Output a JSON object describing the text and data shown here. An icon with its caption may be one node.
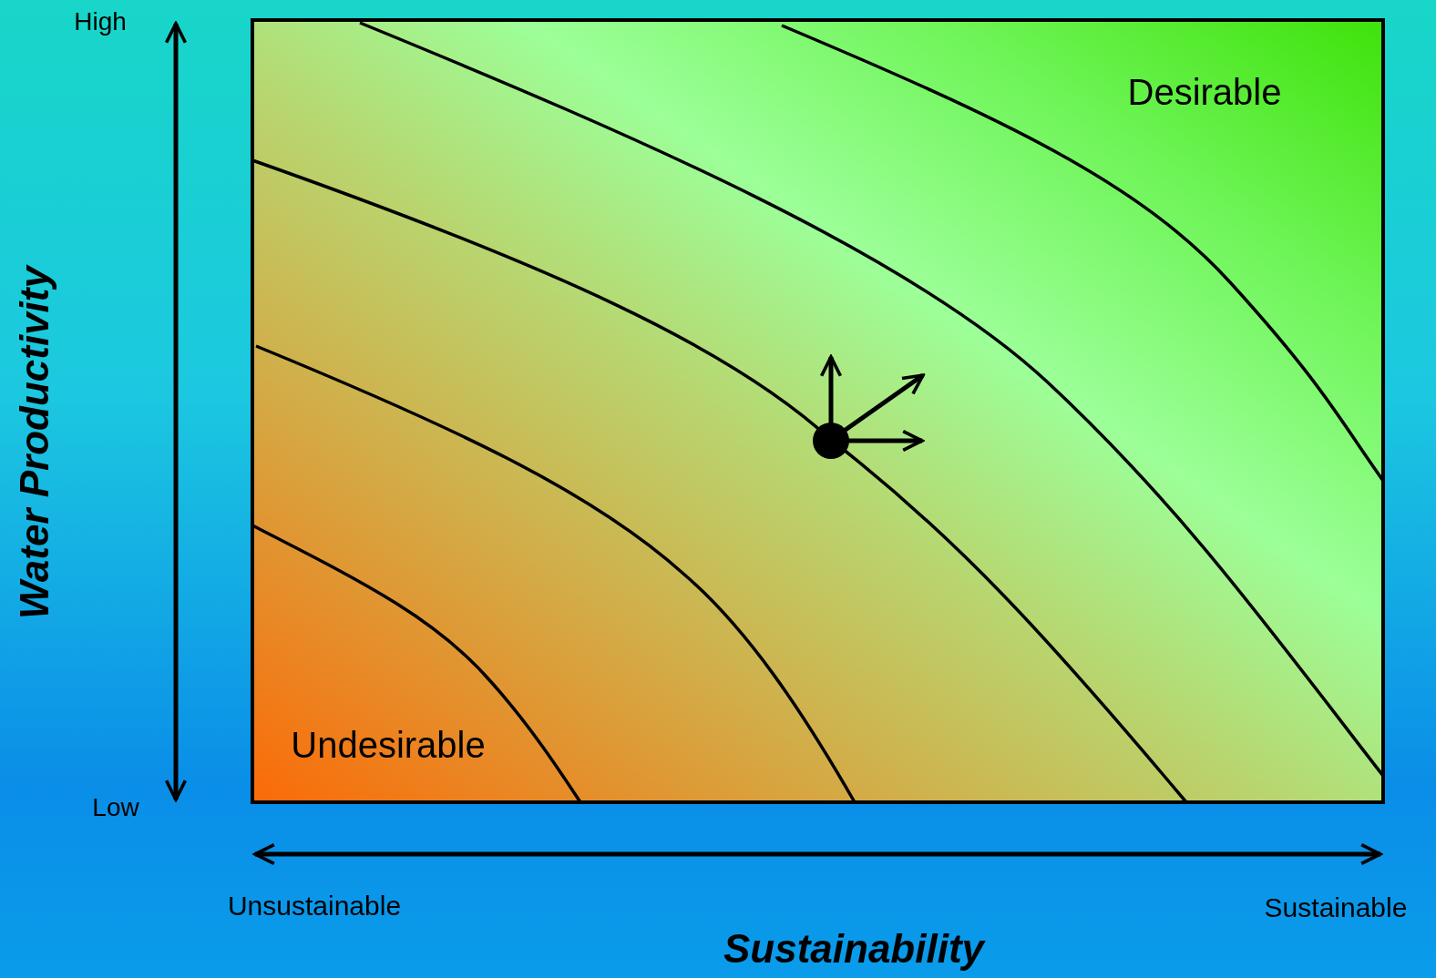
{
  "diagram": {
    "labels": [
      "High",
      "Low",
      "Water Productivity",
      "Desirable",
      "Undesirable",
      "Unsustainable",
      "Sustainable",
      "Sustainability"
    ]
  }
}
